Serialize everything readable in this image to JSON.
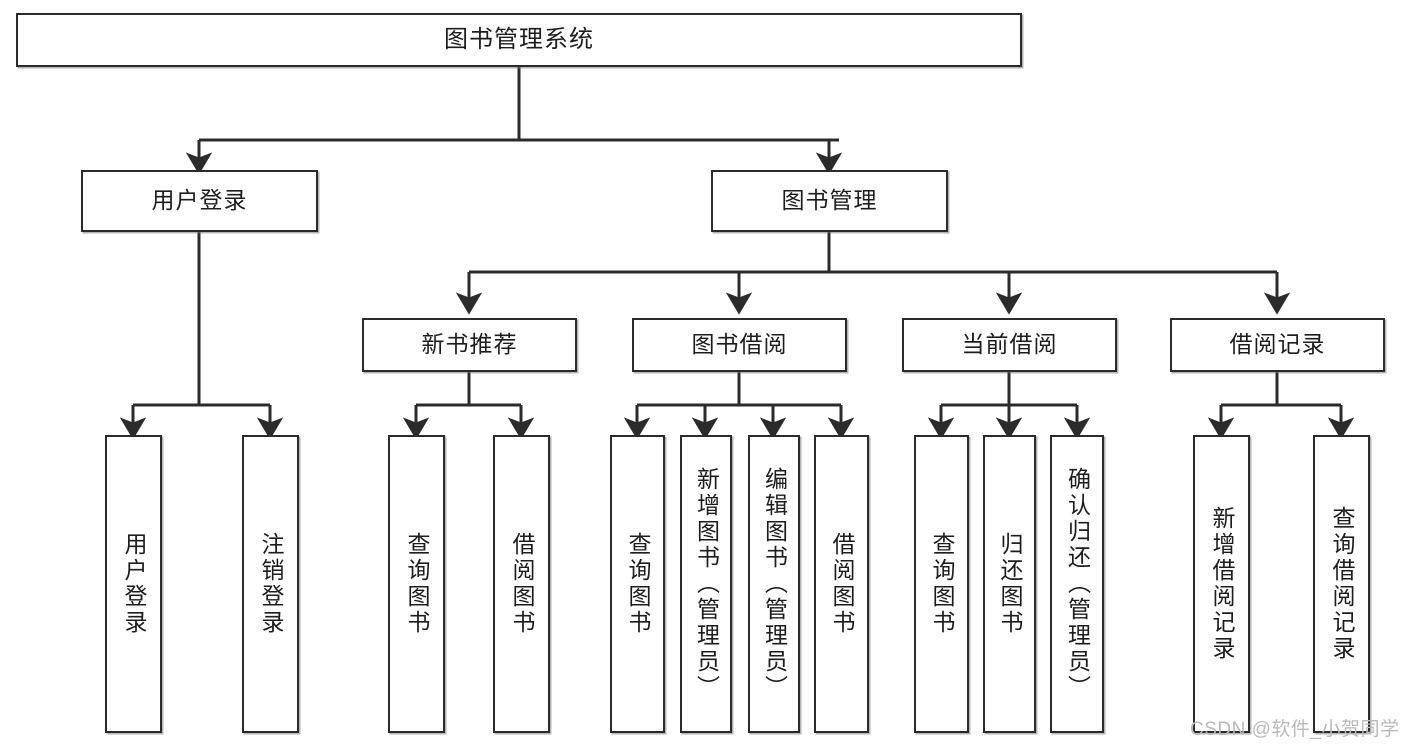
{
  "diagram": {
    "title": "图书管理系统",
    "type": "hierarchy-tree",
    "style": {
      "background": "#ffffff",
      "box_border": "#2b2b2b",
      "box_fill": "#ffffff",
      "text_color": "#1d1d1d",
      "connector_color": "#2b2b2b",
      "watermark_color": "#b9b9b9"
    },
    "root": {
      "label": "图书管理系统"
    },
    "level2": [
      {
        "label": "用户登录"
      },
      {
        "label": "图书管理"
      }
    ],
    "level3": [
      {
        "label": "新书推荐"
      },
      {
        "label": "图书借阅"
      },
      {
        "label": "当前借阅"
      },
      {
        "label": "借阅记录"
      }
    ],
    "leaves_user_login": [
      {
        "label": "用户登录"
      },
      {
        "label": "注销登录"
      }
    ],
    "leaves_new_book": [
      {
        "label": "查询图书"
      },
      {
        "label": "借阅图书"
      }
    ],
    "leaves_borrow": [
      {
        "label": "查询图书"
      },
      {
        "label": "新增图书（管理员）"
      },
      {
        "label": "编辑图书（管理员）"
      },
      {
        "label": "借阅图书"
      }
    ],
    "leaves_current": [
      {
        "label": "查询图书"
      },
      {
        "label": "归还图书"
      },
      {
        "label": "确认归还（管理员）"
      }
    ],
    "leaves_records": [
      {
        "label": "新增借阅记录"
      },
      {
        "label": "查询借阅记录"
      }
    ]
  },
  "watermark": {
    "text": "CSDN @软件_小贺同学"
  }
}
